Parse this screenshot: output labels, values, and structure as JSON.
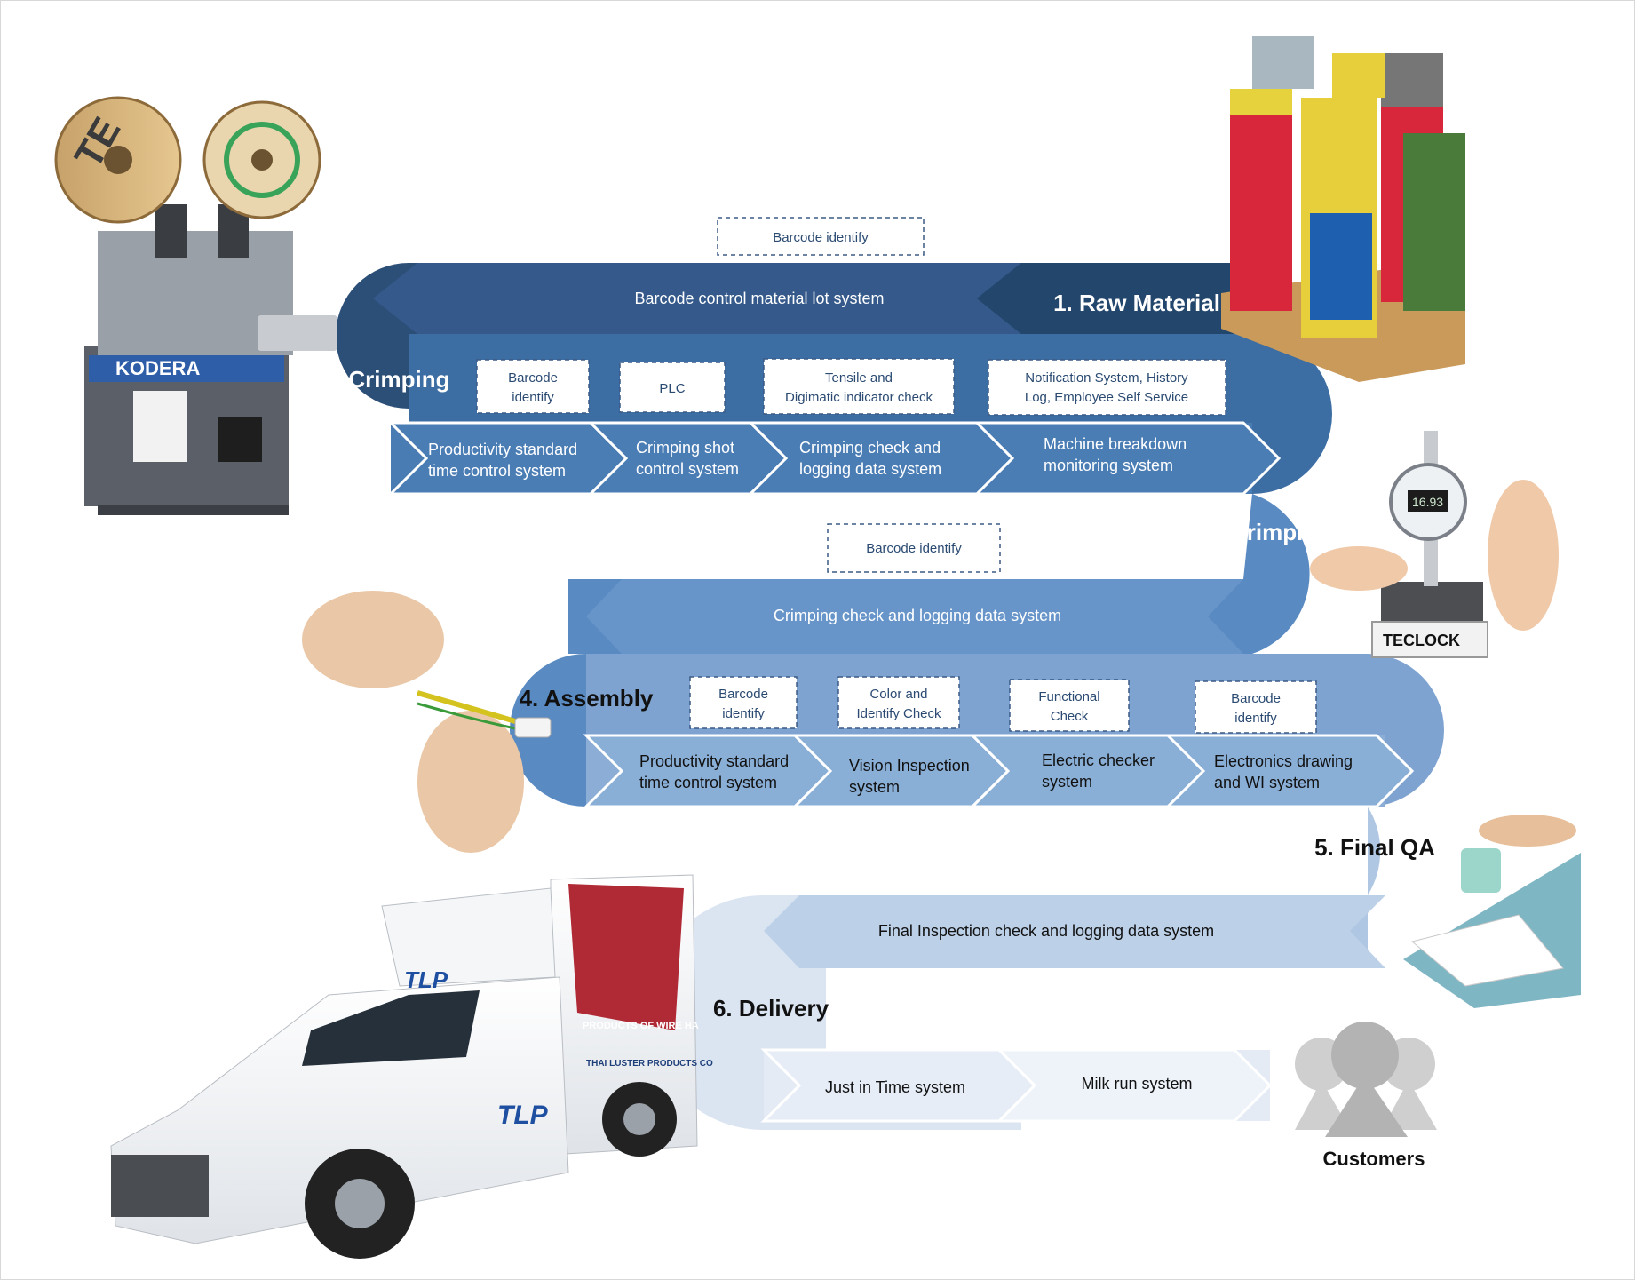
{
  "stages": {
    "raw_material": "1. Raw Material",
    "crimping": "2. Crimping",
    "qa_crimping": "3. QA Crimping",
    "assembly": "4. Assembly",
    "final_qa": "5. Final QA",
    "delivery": "6. Delivery"
  },
  "systems": {
    "row1": [
      "Barcode control material lot system"
    ],
    "row2": [
      [
        "Productivity standard",
        "time control system"
      ],
      [
        "Crimping shot",
        "control system"
      ],
      [
        "Crimping check and",
        "logging data system"
      ],
      [
        "Machine breakdown",
        "monitoring system"
      ]
    ],
    "row3": [
      "Crimping check and logging data system"
    ],
    "row4": [
      [
        "Productivity standard",
        "time control system"
      ],
      [
        "Vision Inspection",
        "system"
      ],
      [
        "Electric checker",
        "system"
      ],
      [
        "Electronics drawing",
        "and WI system"
      ]
    ],
    "row5": [
      "Final Inspection check and logging data system"
    ],
    "row6": [
      "Just in Time system",
      "Milk run system"
    ]
  },
  "tags": {
    "row1": [
      [
        "Barcode identify"
      ]
    ],
    "row2": [
      [
        "Barcode",
        "identify"
      ],
      [
        "PLC"
      ],
      [
        "Tensile and",
        "Digimatic indicator check"
      ],
      [
        "Notification System, History",
        "Log, Employee Self Service"
      ]
    ],
    "row3": [
      [
        "Barcode identify"
      ]
    ],
    "row4": [
      [
        "Barcode",
        "identify"
      ],
      [
        "Color and",
        "Identify Check"
      ],
      [
        "Functional",
        "Check"
      ],
      [
        "Barcode",
        "identify"
      ]
    ]
  },
  "photos": {
    "crimping_machine_label": "KODERA",
    "reel_label": "TE",
    "gauge_brand": "TECLOCK",
    "gauge_reading": "16.93",
    "truck_logo": "TLP",
    "truck_panel_text": "PRODUCTS OF WIRE HA",
    "truck_company_text": "THAI LUSTER PRODUCTS CO"
  },
  "customers_label": "Customers",
  "icons": [
    "crimping-machine-icon",
    "wire-spools-icon",
    "dial-gauge-icon",
    "wire-harness-icon",
    "inspection-desk-icon",
    "delivery-truck-icon",
    "customers-group-icon"
  ],
  "colors": {
    "band1": "#2c4f78",
    "band2": "#3c6da3",
    "band3": "#5a8ac2",
    "band4": "#7ea3d0",
    "band5": "#b0c7e3",
    "band6": "#dbe5f2",
    "tag_text": "#2a4a72",
    "tag_border": "#3b5a85"
  }
}
